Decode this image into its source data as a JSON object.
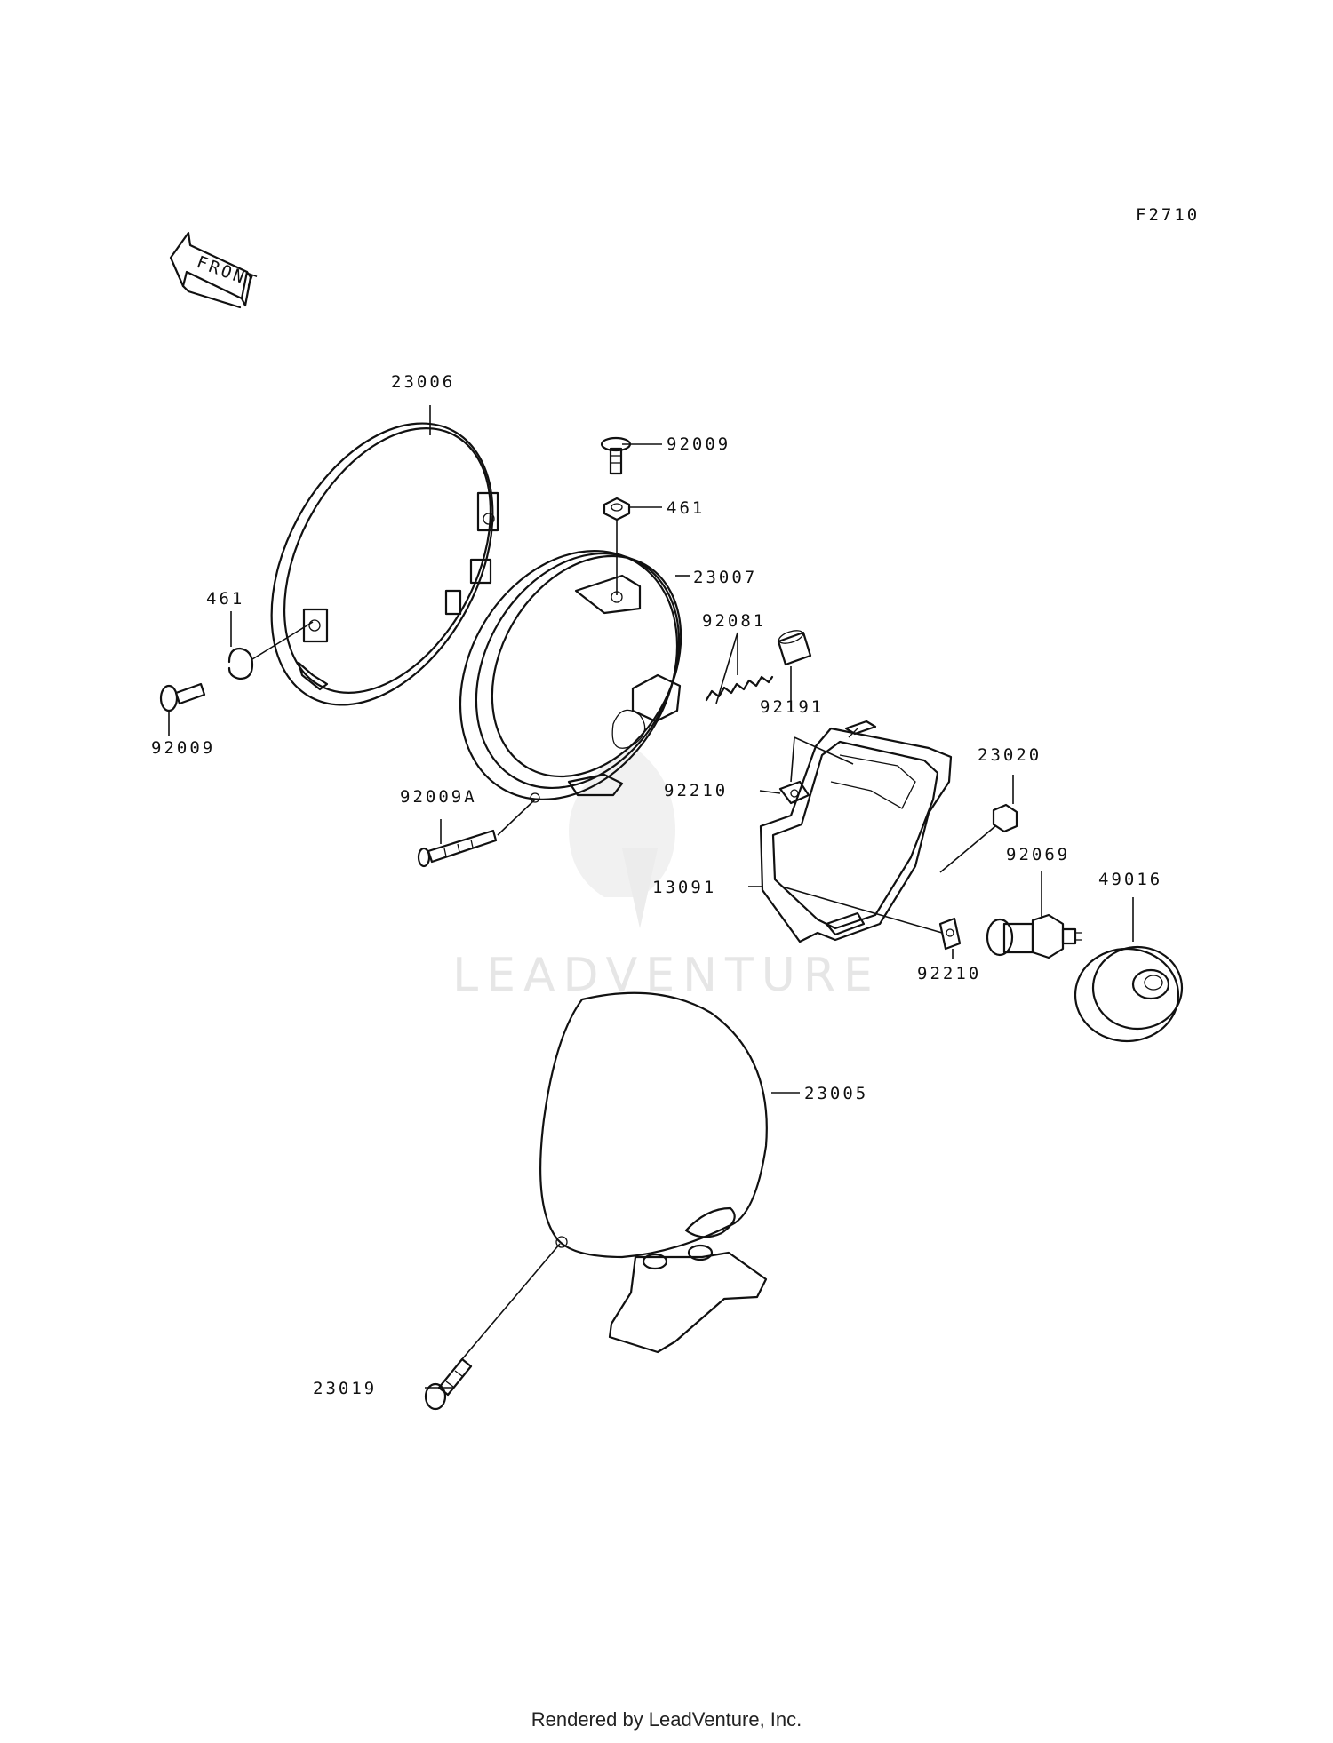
{
  "diagram": {
    "code": "F2710",
    "front_label": "FRONT",
    "watermark": "LEADVENTURE",
    "footer": "Rendered by LeadVenture, Inc.",
    "callouts": [
      {
        "id": "c-23006",
        "label": "23006"
      },
      {
        "id": "c-92009-top",
        "label": "92009"
      },
      {
        "id": "c-461-top",
        "label": "461"
      },
      {
        "id": "c-23007",
        "label": "23007"
      },
      {
        "id": "c-461-left",
        "label": "461"
      },
      {
        "id": "c-92081",
        "label": "92081"
      },
      {
        "id": "c-92191",
        "label": "92191"
      },
      {
        "id": "c-92009-left",
        "label": "92009"
      },
      {
        "id": "c-23020",
        "label": "23020"
      },
      {
        "id": "c-92210-a",
        "label": "92210"
      },
      {
        "id": "c-92009a",
        "label": "92009A"
      },
      {
        "id": "c-13091",
        "label": "13091"
      },
      {
        "id": "c-92069",
        "label": "92069"
      },
      {
        "id": "c-49016",
        "label": "49016"
      },
      {
        "id": "c-92210-b",
        "label": "92210"
      },
      {
        "id": "c-23005",
        "label": "23005"
      },
      {
        "id": "c-23019",
        "label": "23019"
      }
    ]
  }
}
